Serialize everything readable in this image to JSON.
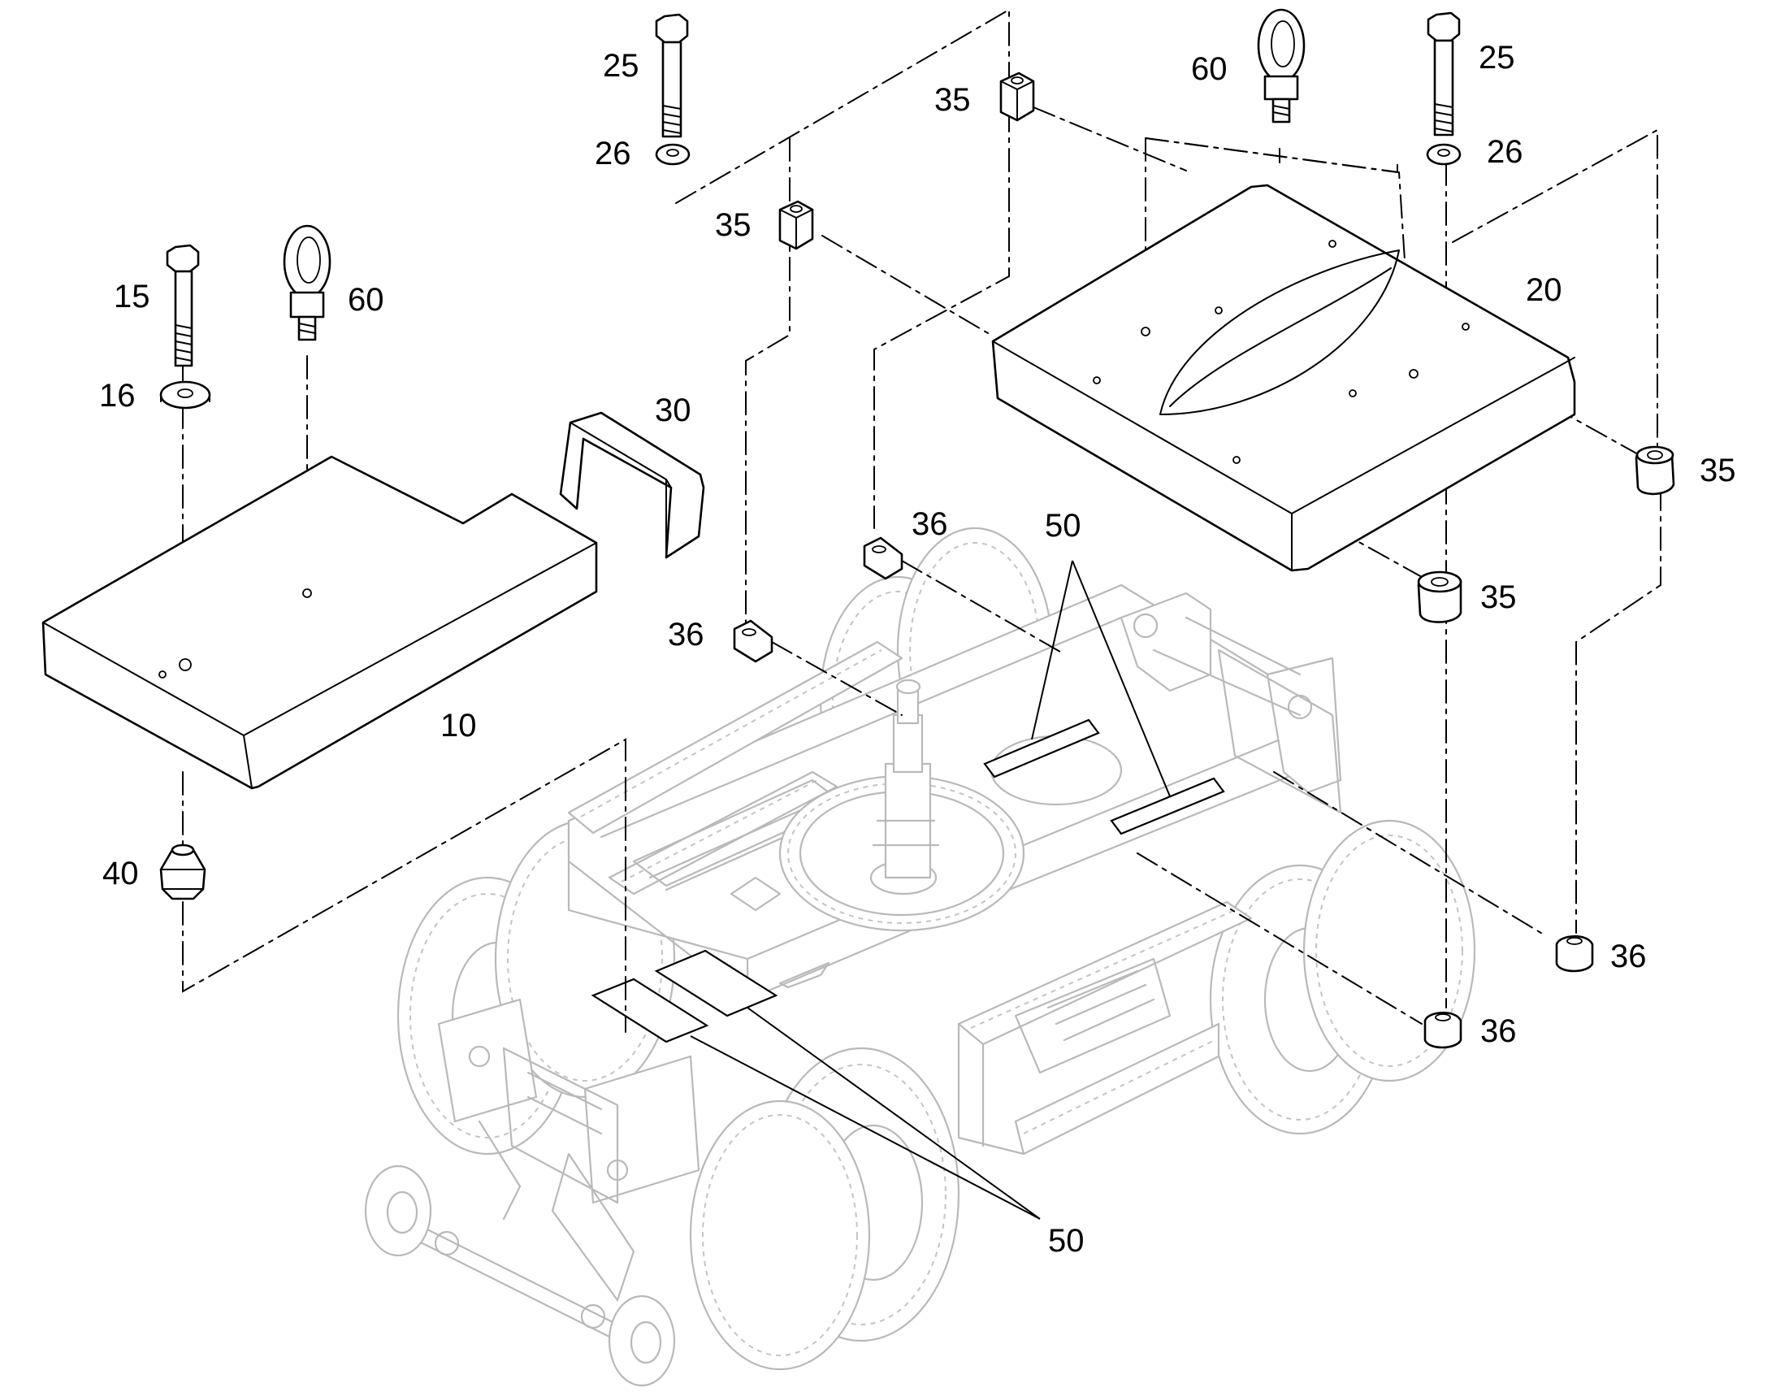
{
  "diagram": {
    "callouts": {
      "c10": "10",
      "c15": "15",
      "c16": "16",
      "c20": "20",
      "c25_left": "25",
      "c25_right": "25",
      "c26_left": "26",
      "c26_right": "26",
      "c30": "30",
      "c35_top_mid": "35",
      "c35_top_left": "35",
      "c35_right": "35",
      "c35_right_lower": "35",
      "c36_mid": "36",
      "c36_left": "36",
      "c36_right": "36",
      "c36_right_lower": "36",
      "c40": "40",
      "c50_top": "50",
      "c50_bottom": "50",
      "c60_left": "60",
      "c60_right": "60"
    }
  }
}
